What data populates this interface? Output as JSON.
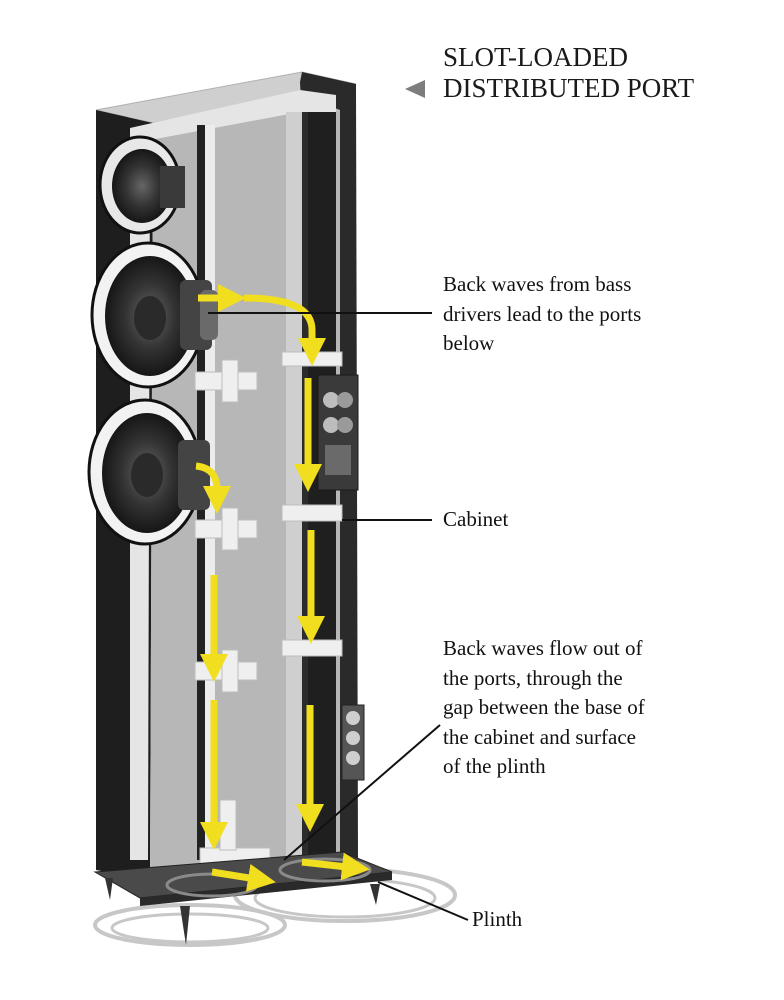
{
  "title": {
    "line1": "SLOT-LOADED",
    "line2": "DISTRIBUTED PORT"
  },
  "annotations": {
    "bass_waves": {
      "line1": "Back waves from bass",
      "line2": "drivers lead to the ports",
      "line3": "below"
    },
    "cabinet": "Cabinet",
    "flow_out": {
      "line1": "Back waves flow out of",
      "line2": "the ports, through the",
      "line3": "gap between the base of",
      "line4": "the cabinet and surface",
      "line5": "of the plinth"
    },
    "plinth": "Plinth"
  },
  "colors": {
    "arrow": "#f1de1e",
    "cabinet_dark": "#222222",
    "interior_grey": "#b5b5b5",
    "panel_light": "#e8e8e8",
    "pointer_triangle": "#7d7d7d"
  }
}
